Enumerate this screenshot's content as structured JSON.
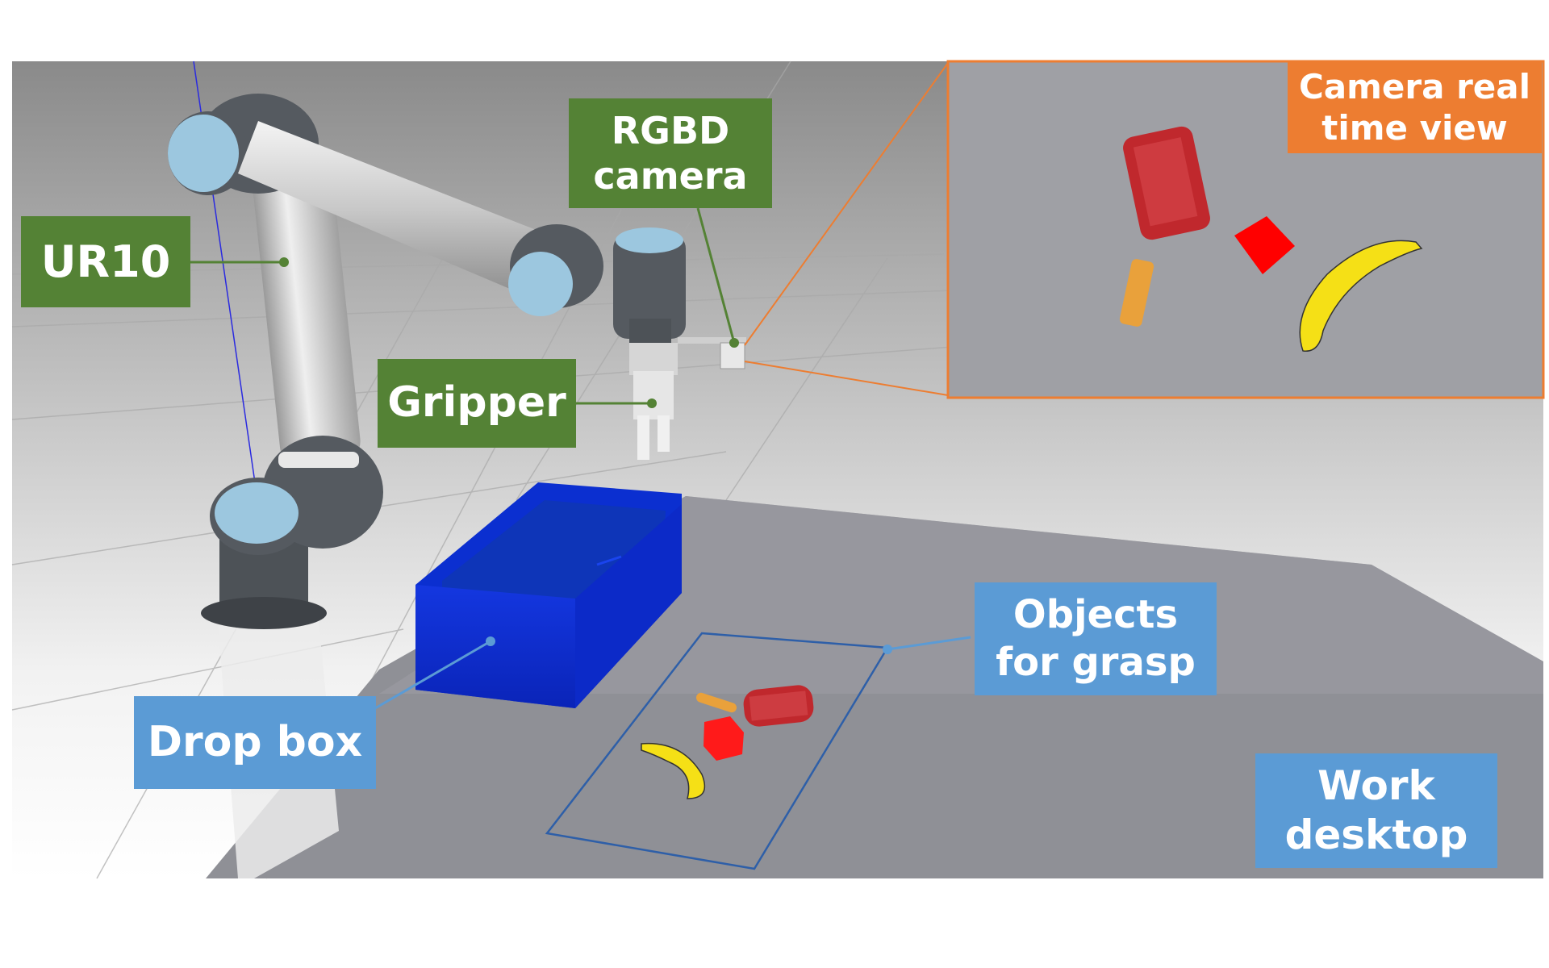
{
  "labels": {
    "ur10": "UR10",
    "rgbd_camera": "RGBD\ncamera",
    "gripper": "Gripper",
    "camera_view": "Camera real\ntime view",
    "objects": "Objects\nfor grasp",
    "drop_box": "Drop box",
    "work_desktop": "Work\ndesktop"
  },
  "colors": {
    "green_label": "#548235",
    "blue_label": "#5b9bd5",
    "orange_label": "#ed7d31",
    "drop_box": "#0b2fd0",
    "cube": "#ff0000",
    "banana": "#f5e016",
    "can": "#c0282d"
  }
}
